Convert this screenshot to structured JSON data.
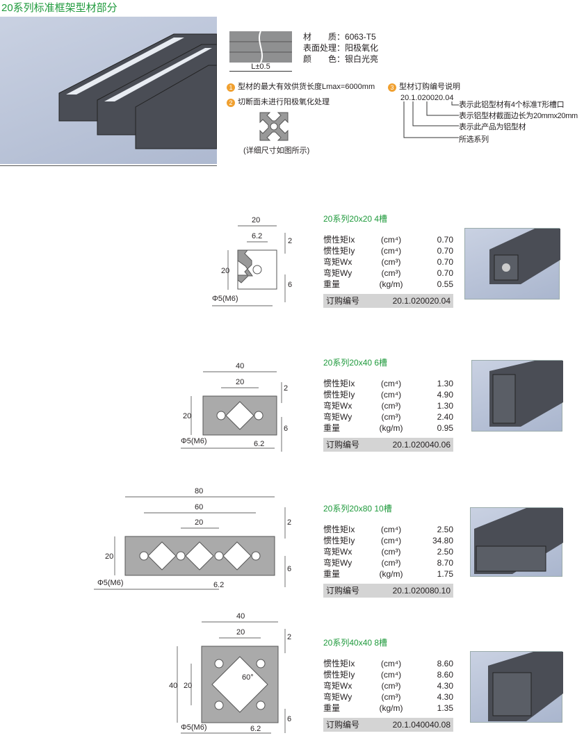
{
  "title": "20系列标准框架型材部分",
  "header": {
    "length_label": "L±0.5",
    "specs": [
      {
        "label": "材　　质：",
        "value": "6063-T5"
      },
      {
        "label": "表面处理：",
        "value": "阳极氧化"
      },
      {
        "label": "颜　　色：",
        "value": "银白光亮"
      }
    ],
    "notes": [
      {
        "num": "1",
        "text": "型材的最大有效供货长度Lmax=6000mm"
      },
      {
        "num": "2",
        "text": "切断面未进行阳极氧化处理"
      },
      {
        "num": "3",
        "text": "型材订购编号说明"
      }
    ],
    "section_caption": "(详细尺寸如图所示)",
    "code_example": "20.1.020020.04",
    "code_explain": [
      "表示此铝型材有4个标准T形槽口",
      "表示铝型材截面边长为20mmx20mm",
      "表示此产品为铝型材",
      "所选系列"
    ]
  },
  "prop_labels": [
    "惯性矩Ix",
    "惯性矩Iy",
    "弯矩Wx",
    "弯矩Wy",
    "重量"
  ],
  "prop_units": [
    "(cm⁴)",
    "(cm⁴)",
    "(cm³)",
    "(cm³)",
    "(kg/m)"
  ],
  "order_label": "订购编号",
  "profiles": [
    {
      "title": "20系列20x20 4槽",
      "values": [
        "0.70",
        "0.70",
        "0.70",
        "0.70",
        "0.55"
      ],
      "code": "20.1.020020.04",
      "dims": {
        "w": "20",
        "slot": "6.2",
        "h": "20",
        "t": "2",
        "d": "6",
        "hole": "Φ5(M6)"
      }
    },
    {
      "title": "20系列20x40 6槽",
      "values": [
        "1.30",
        "4.90",
        "1.30",
        "2.40",
        "0.95"
      ],
      "code": "20.1.020040.06",
      "dims": {
        "w": "40",
        "p": "20",
        "h": "20",
        "t": "2",
        "d": "6",
        "slot": "6.2",
        "hole": "Φ5(M6)"
      }
    },
    {
      "title": "20系列20x80 10槽",
      "values": [
        "2.50",
        "34.80",
        "2.50",
        "8.70",
        "1.75"
      ],
      "code": "20.1.020080.10",
      "dims": {
        "w": "80",
        "w2": "60",
        "p": "20",
        "h": "20",
        "t": "2",
        "d": "6",
        "slot": "6.2",
        "hole": "Φ5(M6)"
      }
    },
    {
      "title": "20系列40x40 8槽",
      "values": [
        "8.60",
        "8.60",
        "4.30",
        "4.30",
        "1.35"
      ],
      "code": "20.1.040040.08",
      "dims": {
        "w": "40",
        "p": "20",
        "h": "40",
        "h2": "20",
        "t": "2",
        "d": "6",
        "slot": "6.2",
        "angle": "60°",
        "hole": "Φ5(M6)"
      }
    }
  ]
}
